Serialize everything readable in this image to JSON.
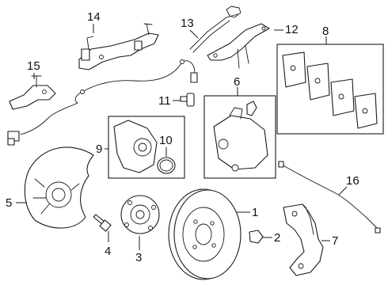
{
  "callouts": {
    "n1": "1",
    "n2": "2",
    "n3": "3",
    "n4": "4",
    "n5": "5",
    "n6": "6",
    "n7": "7",
    "n8": "8",
    "n9": "9",
    "n10": "10",
    "n11": "11",
    "n12": "12",
    "n13": "13",
    "n14": "14",
    "n15": "15",
    "n16": "16"
  },
  "colors": {
    "line": "#1a1a1a",
    "background": "#ffffff"
  }
}
